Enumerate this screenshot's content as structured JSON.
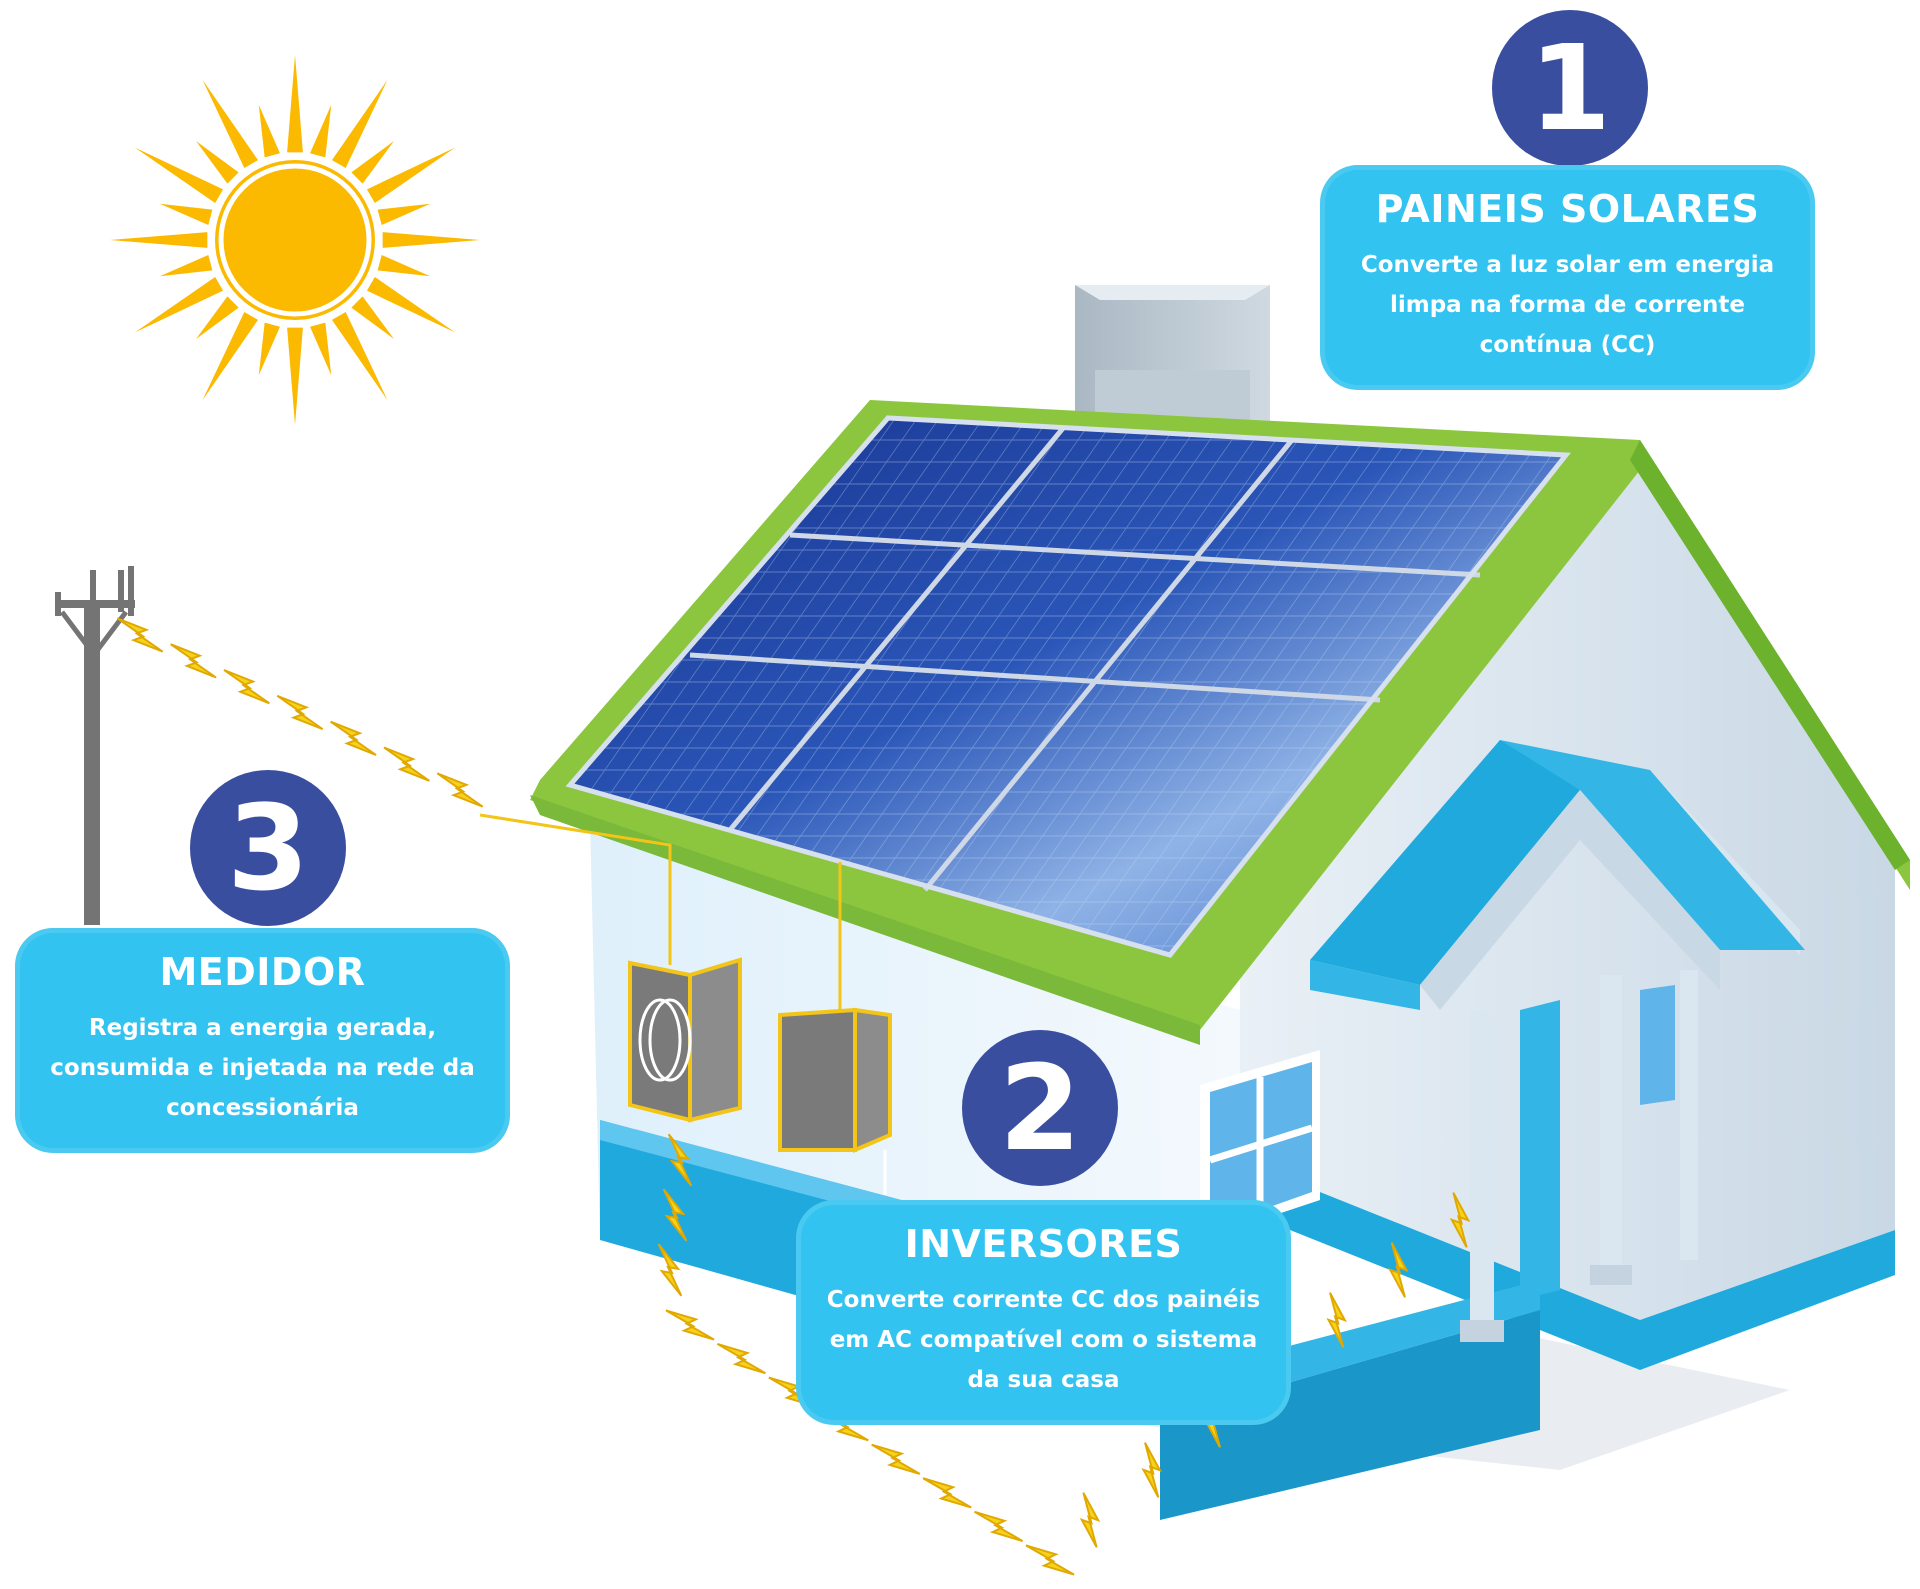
{
  "steps": [
    {
      "number": "1",
      "title": "PAINEIS SOLARES",
      "lines": [
        "Converte a luz solar em energia",
        "limpa na forma de corrente",
        "contínua (CC)"
      ]
    },
    {
      "number": "2",
      "title": "INVERSORES",
      "lines": [
        "Converte corrente CC dos painéis",
        "em AC compatível com o sistema",
        "da sua casa"
      ]
    },
    {
      "number": "3",
      "title": "MEDIDOR",
      "lines": [
        "Registra a energia gerada,",
        "consumida e injetada na rede da",
        "concessionária"
      ]
    }
  ],
  "colors": {
    "badge": "#3a4ea0",
    "callout": "#33c3f0",
    "roof_trim": "#8cc63f",
    "sun": "#fbb900",
    "lightning": "#f7d21a",
    "wall_blue": "#1fa9dd",
    "panel": "#1d3d9c"
  },
  "icons": [
    "sun-icon",
    "utility-pole-icon",
    "lightning-bolt-icon",
    "solar-panel-icon",
    "meter-box-icon",
    "inverter-box-icon",
    "house-icon"
  ]
}
